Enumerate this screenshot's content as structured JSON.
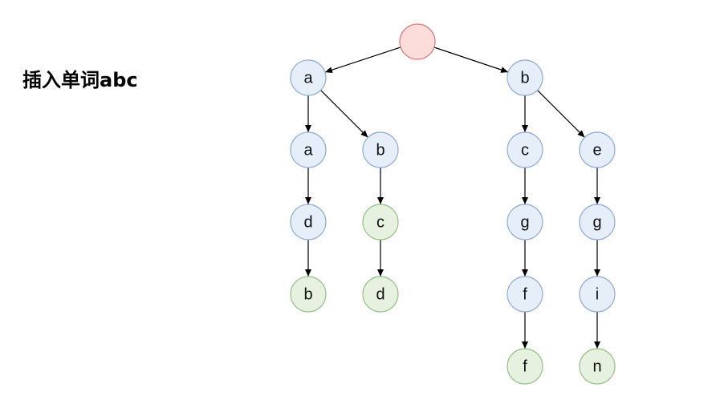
{
  "title": "插入单词abc",
  "colors": {
    "root_fill": "#fddcdc",
    "root_stroke": "#d87a7a",
    "blue_fill": "#e6eefa",
    "blue_stroke": "#93acd4",
    "green_fill": "#e6f1e0",
    "green_stroke": "#98c08a",
    "edge": "#000000"
  },
  "nodes": [
    {
      "id": "root",
      "label": "",
      "style": "root"
    },
    {
      "id": "a1",
      "label": "a",
      "style": "blue"
    },
    {
      "id": "b1",
      "label": "b",
      "style": "blue"
    },
    {
      "id": "a2",
      "label": "a",
      "style": "blue"
    },
    {
      "id": "b2",
      "label": "b",
      "style": "blue"
    },
    {
      "id": "d1",
      "label": "d",
      "style": "blue"
    },
    {
      "id": "b3",
      "label": "b",
      "style": "green"
    },
    {
      "id": "c1",
      "label": "c",
      "style": "green"
    },
    {
      "id": "d2",
      "label": "d",
      "style": "green"
    },
    {
      "id": "c2",
      "label": "c",
      "style": "blue"
    },
    {
      "id": "g1",
      "label": "g",
      "style": "blue"
    },
    {
      "id": "f1",
      "label": "f",
      "style": "blue"
    },
    {
      "id": "f2",
      "label": "f",
      "style": "green"
    },
    {
      "id": "e1",
      "label": "e",
      "style": "blue"
    },
    {
      "id": "g2",
      "label": "g",
      "style": "blue"
    },
    {
      "id": "i1",
      "label": "i",
      "style": "blue"
    },
    {
      "id": "n1",
      "label": "n",
      "style": "green"
    }
  ],
  "edges": [
    [
      "root",
      "a1"
    ],
    [
      "root",
      "b1"
    ],
    [
      "a1",
      "a2"
    ],
    [
      "a1",
      "b2"
    ],
    [
      "a2",
      "d1"
    ],
    [
      "d1",
      "b3"
    ],
    [
      "b2",
      "c1"
    ],
    [
      "c1",
      "d2"
    ],
    [
      "b1",
      "c2"
    ],
    [
      "b1",
      "e1"
    ],
    [
      "c2",
      "g1"
    ],
    [
      "g1",
      "f1"
    ],
    [
      "f1",
      "f2"
    ],
    [
      "e1",
      "g2"
    ],
    [
      "g2",
      "i1"
    ],
    [
      "i1",
      "n1"
    ]
  ]
}
